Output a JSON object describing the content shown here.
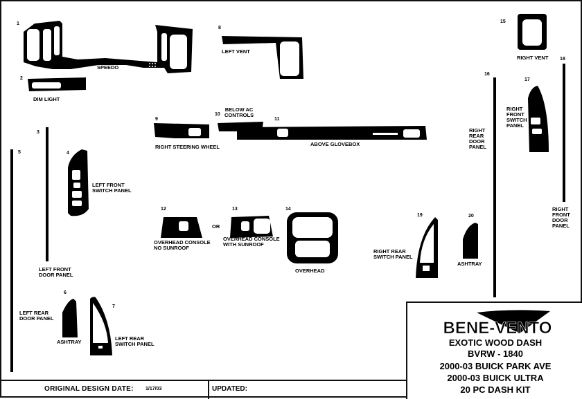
{
  "parts": [
    {
      "num": "1",
      "label": "SPEEDO"
    },
    {
      "num": "2",
      "label": "DIM LIGHT"
    },
    {
      "num": "3",
      "label": "LEFT FRONT\nDOOR PANEL"
    },
    {
      "num": "4",
      "label": "LEFT FRONT\nSWITCH PANEL"
    },
    {
      "num": "5",
      "label": ""
    },
    {
      "num": "6",
      "label": "LEFT REAR\nDOOR PANEL"
    },
    {
      "num": "7",
      "label": "LEFT REAR\nSWITCH PANEL"
    },
    {
      "num": "8",
      "label": "LEFT VENT"
    },
    {
      "num": "9",
      "label": "RIGHT STEERING WHEEL"
    },
    {
      "num": "10",
      "label": "BELOW AC\nCONTROLS"
    },
    {
      "num": "11",
      "label": "ABOVE GLOVEBOX"
    },
    {
      "num": "12",
      "label": "OVERHEAD CONSOLE\nNO SUNROOF"
    },
    {
      "num": "13",
      "label": "OVERHEAD CONSOLE\nWITH SUNROOF"
    },
    {
      "num": "14",
      "label": "OVERHEAD"
    },
    {
      "num": "15",
      "label": "RIGHT VENT"
    },
    {
      "num": "16",
      "label": "RIGHT\nREAR\nDOOR\nPANEL"
    },
    {
      "num": "17",
      "label": "RIGHT\nFRONT\nSWITCH\nPANEL"
    },
    {
      "num": "18",
      "label": "RIGHT\nFRONT\nDOOR\nPANEL"
    },
    {
      "num": "19",
      "label": "RIGHT REAR\nSWITCH PANEL"
    },
    {
      "num": "20",
      "label": "ASHTRAY"
    }
  ],
  "ashtray_label_left": "ASHTRAY",
  "or_label": "OR",
  "title": {
    "logo_text": "BENE-VENTO",
    "line1": "EXOTIC WOOD DASH",
    "line2": "BVRW - 1840",
    "line3": "2000-03 BUICK PARK AVE",
    "line4": "2000-03 BUICK ULTRA",
    "line5": "20 PC DASH KIT"
  },
  "footer": {
    "design_label": "ORIGINAL DESIGN DATE:",
    "design_date": "1/17/03",
    "updated_label": "UPDATED:"
  }
}
